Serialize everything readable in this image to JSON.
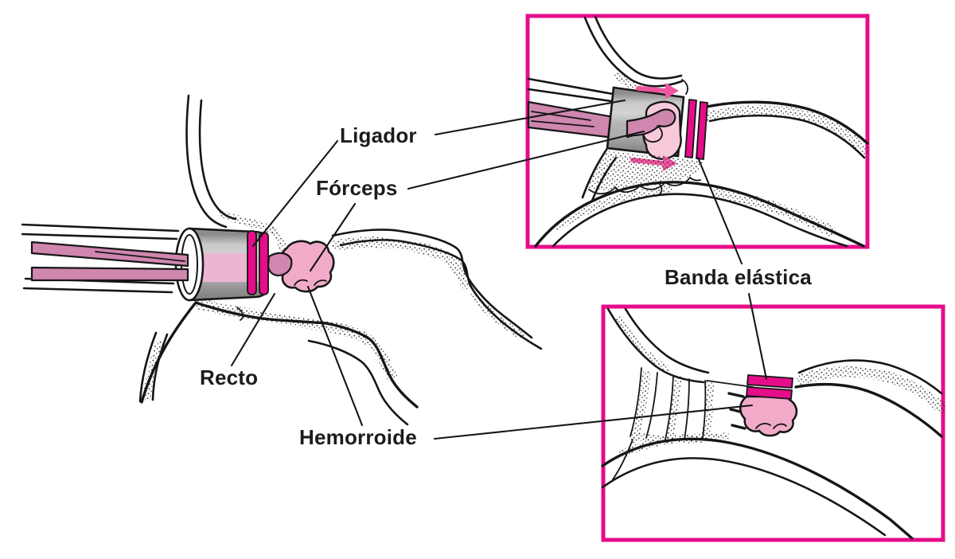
{
  "figure": {
    "labels": {
      "ligador": "Ligador",
      "forceps": "Fórceps",
      "recto": "Recto",
      "hemorroide": "Hemorroide",
      "banda_elastica": "Banda elástica"
    },
    "icons": {
      "top_inset_upper_arrow": "arrow-right-icon",
      "top_inset_lower_arrow": "arrow-right-icon"
    },
    "colors": {
      "magenta": "#e60d8a",
      "arrow_pink": "#ef559f",
      "ink": "#161616",
      "device_gray": "#b5b4b4",
      "forceps_pink": "#cf86af",
      "hemorrhoid_pink": "#f1abc9",
      "tissue_pink_light": "#f7c9db",
      "barrel_inner_pink": "#eab6d1"
    }
  }
}
